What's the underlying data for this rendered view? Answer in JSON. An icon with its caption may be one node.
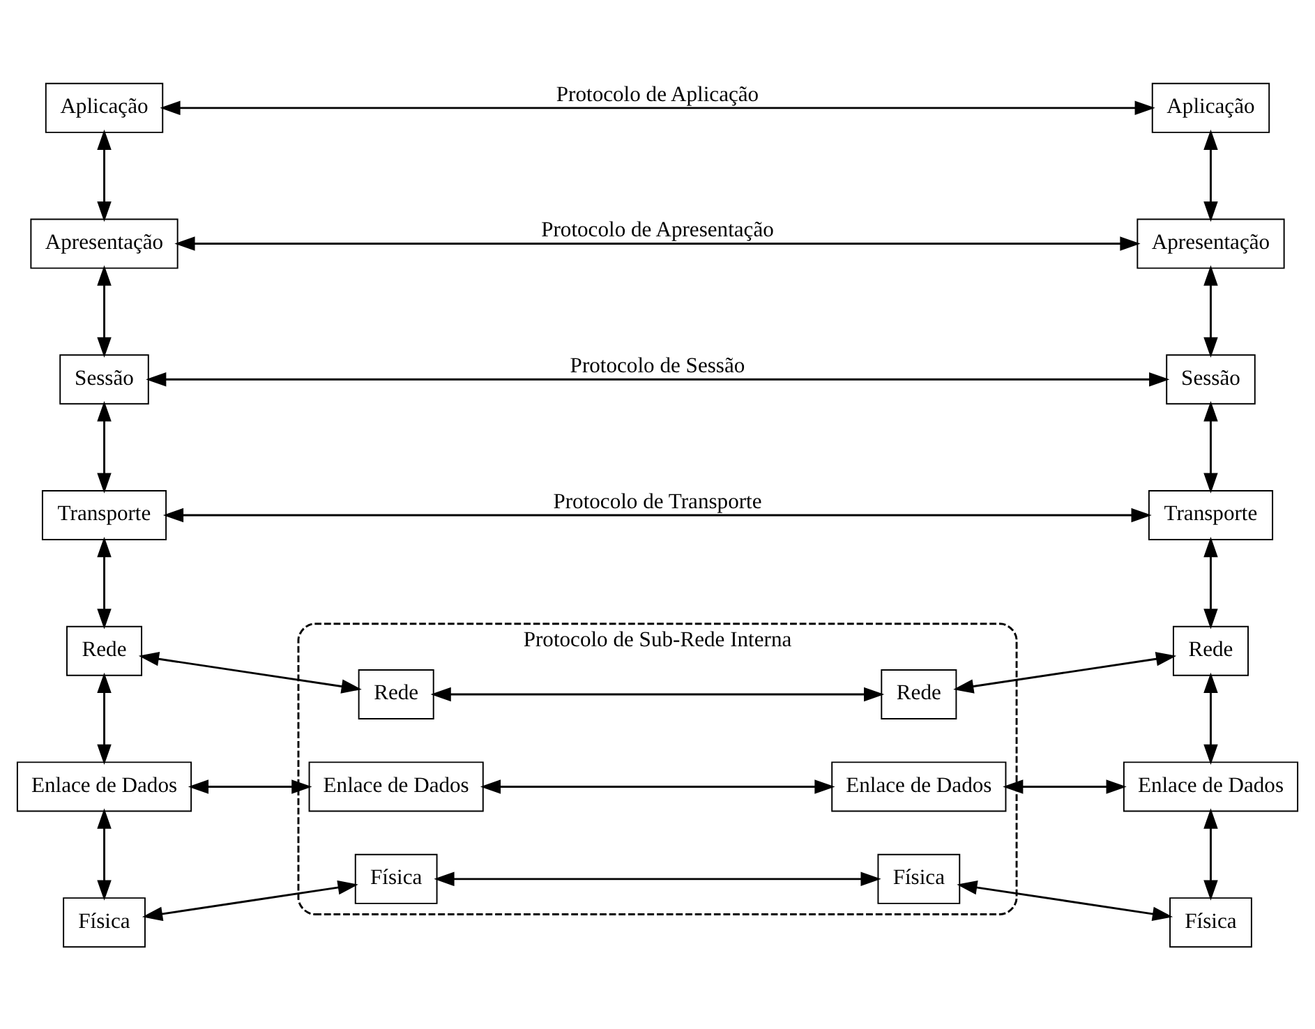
{
  "diagram": {
    "nodes": [
      {
        "text": [
          "Aplicação"
        ]
      },
      {
        "text": [
          "Apresentação"
        ]
      },
      {
        "text": [
          "Sessão"
        ]
      },
      {
        "text": [
          "Transporte"
        ]
      },
      {
        "text": [
          "Rede"
        ]
      },
      {
        "text": [
          "Enlace de Dados"
        ]
      },
      {
        "text": [
          "Física"
        ]
      },
      {
        "text": [
          "Protocolo de Sub-Rede Interna"
        ]
      },
      {
        "text": [
          "Rede"
        ],
        "in": 7
      },
      {
        "text": [
          "Rede"
        ],
        "in": 7
      },
      {
        "text": [
          "Enlace de Dados"
        ],
        "in": 7
      },
      {
        "text": [
          "Enlace de Dados"
        ],
        "in": 7
      },
      {
        "text": [
          "Física"
        ],
        "in": 7
      },
      {
        "text": [
          "Física"
        ],
        "in": 7
      },
      {
        "text": [
          "Aplicação"
        ]
      },
      {
        "text": [
          "Apresentação"
        ]
      },
      {
        "text": [
          "Sessão"
        ]
      },
      {
        "text": [
          "Transporte"
        ]
      },
      {
        "text": [
          "Rede"
        ]
      },
      {
        "text": [
          "Enlace de Dados"
        ]
      },
      {
        "text": [
          "Física"
        ]
      }
    ],
    "edges": [
      {
        "from": 0,
        "to": 1,
        "arrow": "both"
      },
      {
        "from": 1,
        "to": 2,
        "arrow": "both"
      },
      {
        "from": 2,
        "to": 3,
        "arrow": "both"
      },
      {
        "from": 3,
        "to": 4,
        "arrow": "both"
      },
      {
        "from": 4,
        "to": 5,
        "arrow": "both"
      },
      {
        "from": 5,
        "to": 6,
        "arrow": "both"
      },
      {
        "from": 14,
        "to": 15,
        "arrow": "both"
      },
      {
        "from": 15,
        "to": 16,
        "arrow": "both"
      },
      {
        "from": 16,
        "to": 17,
        "arrow": "both"
      },
      {
        "from": 17,
        "to": 18,
        "arrow": "both"
      },
      {
        "from": 18,
        "to": 19,
        "arrow": "both"
      },
      {
        "from": 19,
        "to": 20,
        "arrow": "both"
      },
      {
        "from": 0,
        "to": 14,
        "arrow": "both",
        "label": "Protocolo de Aplicação"
      },
      {
        "from": 1,
        "to": 15,
        "arrow": "both",
        "label": "Protocolo de Apresentação"
      },
      {
        "from": 2,
        "to": 16,
        "arrow": "both",
        "label": "Protocolo de Sessão"
      },
      {
        "from": 3,
        "to": 17,
        "arrow": "both",
        "label": "Protocolo de Transporte"
      },
      {
        "from": 4,
        "to": 8,
        "arrow": "both"
      },
      {
        "from": 8,
        "to": 9,
        "arrow": "both"
      },
      {
        "from": 9,
        "to": 18,
        "arrow": "both"
      },
      {
        "from": 5,
        "to": 10,
        "arrow": "both"
      },
      {
        "from": 10,
        "to": 11,
        "arrow": "both"
      },
      {
        "from": 11,
        "to": 19,
        "arrow": "both"
      },
      {
        "from": 6,
        "to": 12,
        "arrow": "both"
      },
      {
        "from": 12,
        "to": 13,
        "arrow": "both"
      },
      {
        "from": 13,
        "to": 20,
        "arrow": "both"
      }
    ]
  }
}
